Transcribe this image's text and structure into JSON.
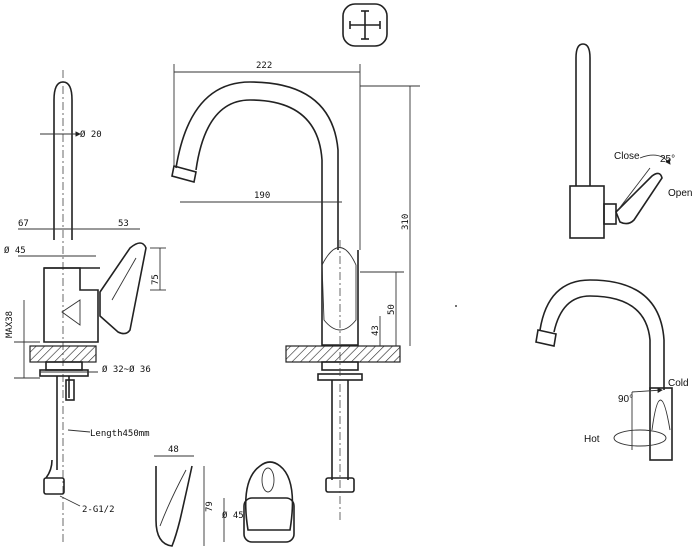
{
  "dimensions": {
    "d20": "Ø 20",
    "d67": "67",
    "d53": "53",
    "d45_left": "Ø 45",
    "d75": "75",
    "max38": "MAX38",
    "d32_36": "Ø 32~Ø 36",
    "length": "Length450mm",
    "thread": "2-G1/2",
    "d48": "48",
    "d79": "79",
    "d45_bottom": "Ø 45",
    "d222": "222",
    "d190": "190",
    "d310": "310",
    "d50": "50",
    "d43": "43"
  },
  "labels": {
    "close": "Close",
    "angle25": "25°",
    "open": "Open",
    "cold": "Cold",
    "angle90": "90°",
    "hot": "Hot"
  }
}
